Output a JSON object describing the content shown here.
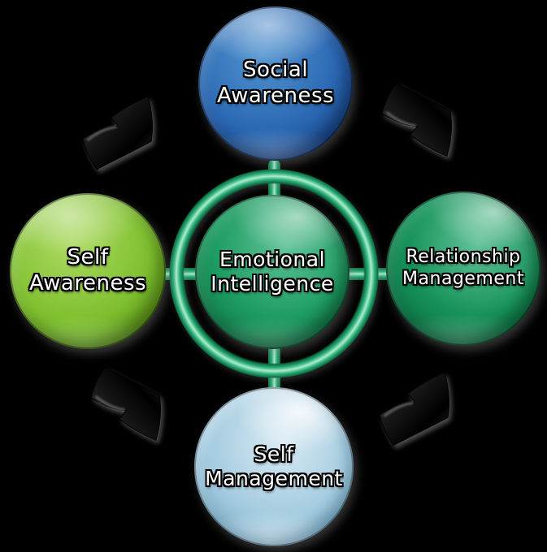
{
  "title": "Emotional Intelligence",
  "center": {
    "label": "Emotional\nIntelligence"
  },
  "nodes": {
    "top": {
      "label": "Social\nAwareness"
    },
    "right": {
      "label": "Relationship\nManagement"
    },
    "bottom": {
      "label": "Self\nManagement"
    },
    "left": {
      "label": "Self\nAwareness"
    }
  },
  "arrows": {
    "top_left": {
      "from": "Self Awareness",
      "to": "Social Awareness",
      "direction": "up-right"
    },
    "top_right": {
      "from": "Social Awareness",
      "to": "Relationship Management",
      "direction": "down-right"
    },
    "bottom_left": {
      "from": "Self Awareness",
      "to": "Self Management",
      "direction": "down-right"
    },
    "bottom_right": {
      "from": "Self Management",
      "to": "Relationship Management",
      "direction": "up-right"
    }
  },
  "colors": {
    "background": "#000000",
    "text": "#ffffff",
    "text-outline": "#000000",
    "social-base": "#2a67b2",
    "social-light": "#6fb5e6",
    "social-dark": "#143f7d",
    "selfaw-base": "#7fc02f",
    "selfaw-light": "#cdec86",
    "selfaw-dark": "#4a830f",
    "relmgmt-base": "#169259",
    "relmgmt-light": "#9fe8cb",
    "relmgmt-dark": "#075c36",
    "selfmgmt-base": "#a3cbdf",
    "selfmgmt-light": "#f4fbfe",
    "selfmgmt-dark": "#5f97b5",
    "center-base": "#1d9c62",
    "center-light": "#93e0bf",
    "center-dark": "#0a6239",
    "ring-mid": "#2fae76",
    "ring-light": "#a9edd1",
    "ring-dark": "#0b6e44",
    "arrow-dark": "#000000",
    "arrow-gloss": "#555555",
    "arrow-glow": "#a5a5a5"
  }
}
